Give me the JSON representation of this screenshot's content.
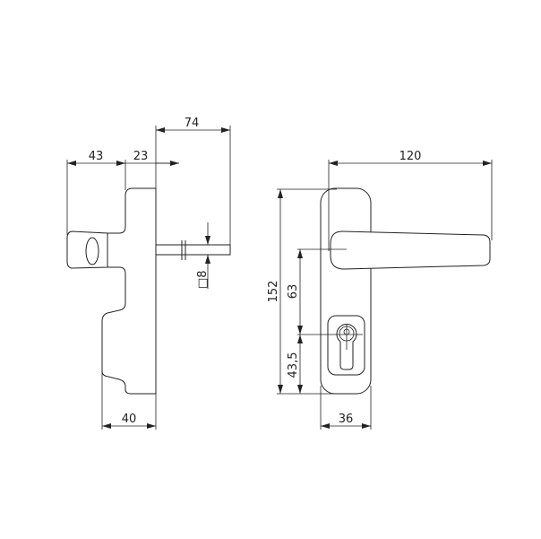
{
  "side_view": {
    "dim_spindle_length": "74",
    "dim_rose_depth": "43",
    "dim_offset": "23",
    "dim_plate_depth": "40",
    "dim_spindle_square": "□8"
  },
  "front_view": {
    "dim_handle_length": "120",
    "dim_plate_height": "152",
    "dim_handle_to_cylinder": "63",
    "dim_cylinder_to_bottom": "43,5",
    "dim_plate_width": "36"
  }
}
